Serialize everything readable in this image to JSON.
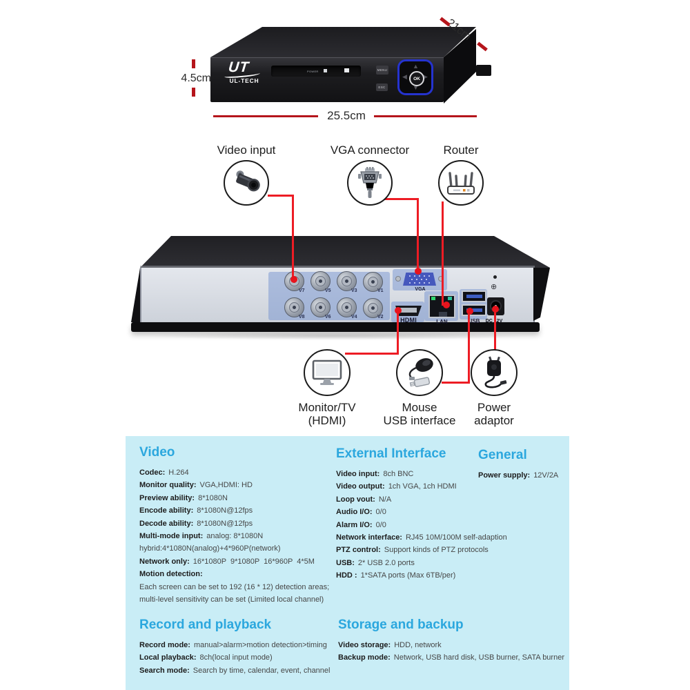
{
  "brand": {
    "logo_mark": "UT",
    "logo_text": "UL-TECH"
  },
  "device_front": {
    "dim_height": "4.5cm",
    "dim_depth": "21cm",
    "dim_width": "25.5cm",
    "power_label": "POWER",
    "menu_button": "MENU",
    "esc_button": "ESC",
    "ok_button": "OK",
    "arrows": {
      "up": "▲",
      "down": "▼",
      "left": "◀",
      "right": "▶"
    }
  },
  "callouts_top": [
    {
      "label": "Video input"
    },
    {
      "label": "VGA connector"
    },
    {
      "label": "Router"
    }
  ],
  "rear_panel": {
    "bnc_labels_top": [
      "V7",
      "V5",
      "V3",
      "V1"
    ],
    "bnc_labels_bottom": [
      "V8",
      "V6",
      "V4",
      "V2"
    ],
    "vga_label": "VGA",
    "hdmi_label": "HDMI",
    "lan_label": "LAN",
    "usb_label": "USB",
    "dc_label": "DC 12V",
    "ground_symbol": "⊕"
  },
  "callouts_bottom": [
    {
      "label_line1": "Monitor/TV",
      "label_line2": "(HDMI)"
    },
    {
      "label_line1": "Mouse",
      "label_line2": "USB interface"
    },
    {
      "label_line1": "Power",
      "label_line2": "adaptor"
    }
  ],
  "specs": {
    "video": {
      "heading": "Video",
      "rows": [
        {
          "label": "Codec:",
          "value": "H.264"
        },
        {
          "label": "Monitor quality:",
          "value": "VGA,HDMI: HD"
        },
        {
          "label": "Preview ability:",
          "value": "8*1080N"
        },
        {
          "label": "Encode ability:",
          "value": "8*1080N@12fps"
        },
        {
          "label": "Decode ability:",
          "value": "8*1080N@12fps"
        },
        {
          "label": "Multi-mode input:",
          "value": "analog: 8*1080N"
        },
        {
          "label": "",
          "value": "hybrid:4*1080N(analog)+4*960P(network)"
        },
        {
          "label": "Network only:",
          "value": "16*1080P  9*1080P  16*960P  4*5M"
        },
        {
          "label": "Motion detection:",
          "value": ""
        },
        {
          "label": "",
          "value": "Each screen can be set to 192 (16 * 12) detection areas;"
        },
        {
          "label": "",
          "value": "multi-level sensitivity can be set (Limited local channel)"
        }
      ]
    },
    "external": {
      "heading": "External Interface",
      "rows": [
        {
          "label": "Video input:",
          "value": "8ch BNC"
        },
        {
          "label": "Video output:",
          "value": "1ch VGA, 1ch HDMI"
        },
        {
          "label": "Loop vout:",
          "value": "N/A"
        },
        {
          "label": "Audio I/O:",
          "value": "0/0"
        },
        {
          "label": "Alarm I/O:",
          "value": "0/0"
        },
        {
          "label": "Network interface:",
          "value": "RJ45 10M/100M self-adaption"
        },
        {
          "label": "PTZ control:",
          "value": "Support kinds of PTZ protocols"
        },
        {
          "label": "USB:",
          "value": "2* USB 2.0 ports"
        },
        {
          "label": "HDD :",
          "value": "1*SATA ports (Max 6TB/per)"
        }
      ]
    },
    "general": {
      "heading": "General",
      "rows": [
        {
          "label": "Power supply:",
          "value": "12V/2A"
        }
      ]
    },
    "record": {
      "heading": "Record and playback",
      "rows": [
        {
          "label": "Record mode:",
          "value": "manual>alarm>motion detection>timing"
        },
        {
          "label": "Local playback:",
          "value": "8ch(local input mode)"
        },
        {
          "label": "Search mode:",
          "value": "Search by time, calendar, event, channel"
        }
      ]
    },
    "storage": {
      "heading": "Storage and backup",
      "rows": [
        {
          "label": "Video storage:",
          "value": "HDD, network"
        },
        {
          "label": "Backup mode:",
          "value": "Network, USB hard disk, USB burner, SATA burner"
        }
      ]
    }
  },
  "colors": {
    "accent_red": "#ed1c24",
    "dimension_red": "#b5151b",
    "heading_blue": "#2ba7de",
    "panel_cyan": "#c9edf6",
    "dpad_blue": "#2533cf"
  }
}
